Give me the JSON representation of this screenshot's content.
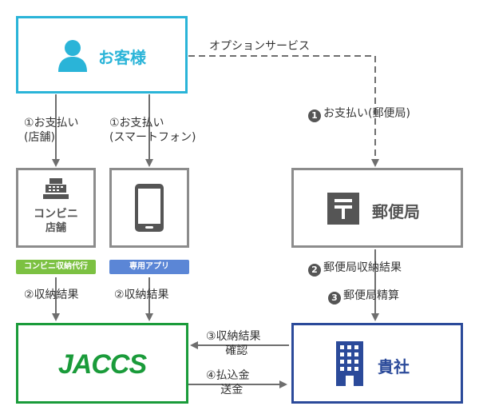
{
  "customer": {
    "label": "お客様"
  },
  "optional_service": {
    "label": "オプションサービス"
  },
  "flows": {
    "pay_store": {
      "line1": "①お支払い",
      "line2": "(店舗)"
    },
    "pay_phone": {
      "line1": "①お支払い",
      "line2": "(スマートフォン)"
    },
    "pay_post": {
      "number": "1",
      "text": "お支払い(郵便局)"
    },
    "result_store": "②収納結果",
    "result_phone": "②収納結果",
    "post_result": {
      "number": "2",
      "text": "郵便局収納結果"
    },
    "post_settle": {
      "number": "3",
      "text": "郵便局精算"
    },
    "confirm": {
      "line1": "③収納結果",
      "line2": "確認"
    },
    "remit": {
      "line1": "④払込金",
      "line2": "送金"
    }
  },
  "convenience_store": {
    "line1": "コンビニ",
    "line2": "店舗"
  },
  "post_office": {
    "label": "郵便局"
  },
  "tags": {
    "convenience_agent": "コンビニ収納代行",
    "dedicated_app": "専用アプリ"
  },
  "jaccs": {
    "logo_text": "JACCS"
  },
  "company": {
    "label": "貴社"
  },
  "colors": {
    "customer_border": "#2ab4d8",
    "gray_border": "#8c8c8c",
    "jaccs_green": "#1a9b3a",
    "company_navy": "#2b4a9a",
    "tag_green": "#7cc142",
    "tag_blue": "#5b86d6",
    "arrow_gray": "#6e6e6e"
  }
}
